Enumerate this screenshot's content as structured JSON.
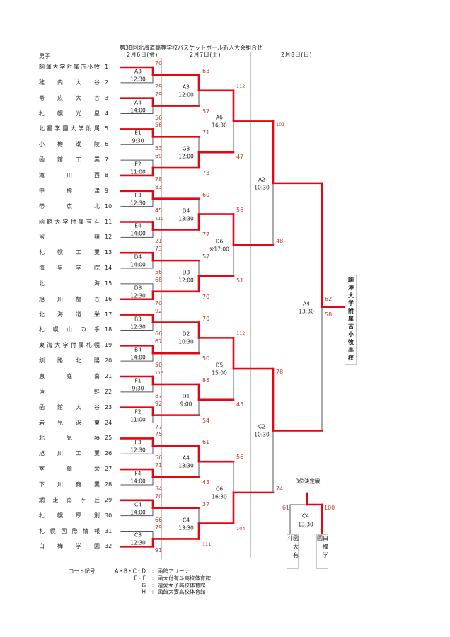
{
  "header": {
    "title": "第38回北海道高等学校バスケットボール新人大会組合せ",
    "division": "男子",
    "dates": [
      "2月6日(金)",
      "2月7日(土)",
      "2月8日(日)"
    ]
  },
  "teams": [
    {
      "seed": "1",
      "name": "駒澤大学附属苫小牧"
    },
    {
      "seed": "2",
      "name": "稚内大谷"
    },
    {
      "seed": "3",
      "name": "帯広大谷"
    },
    {
      "seed": "4",
      "name": "札幌光星"
    },
    {
      "seed": "5",
      "name": "北星学園大学附属"
    },
    {
      "seed": "6",
      "name": "小樽潮陵"
    },
    {
      "seed": "7",
      "name": "函館工業"
    },
    {
      "seed": "8",
      "name": "滝川西"
    },
    {
      "seed": "9",
      "name": "中標津"
    },
    {
      "seed": "10",
      "name": "帯広北"
    },
    {
      "seed": "11",
      "name": "函館大学付属有斗"
    },
    {
      "seed": "12",
      "name": "留萌"
    },
    {
      "seed": "13",
      "name": "札幌工業"
    },
    {
      "seed": "14",
      "name": "海星学院"
    },
    {
      "seed": "15",
      "name": "北海"
    },
    {
      "seed": "16",
      "name": "旭川龍谷"
    },
    {
      "seed": "17",
      "name": "北海道栄"
    },
    {
      "seed": "18",
      "name": "札幌山の手"
    },
    {
      "seed": "19",
      "name": "東海大学付属札幌"
    },
    {
      "seed": "20",
      "name": "釧路北陽"
    },
    {
      "seed": "21",
      "name": "恵庭南"
    },
    {
      "seed": "22",
      "name": "遠軽"
    },
    {
      "seed": "23",
      "name": "函館大谷"
    },
    {
      "seed": "24",
      "name": "岩見沢東"
    },
    {
      "seed": "25",
      "name": "北見藤"
    },
    {
      "seed": "26",
      "name": "旭川工業"
    },
    {
      "seed": "27",
      "name": "室蘭栄"
    },
    {
      "seed": "28",
      "name": "下川商業"
    },
    {
      "seed": "29",
      "name": "網走南ヶ丘"
    },
    {
      "seed": "30",
      "name": "札幌厚別"
    },
    {
      "seed": "31",
      "name": "札幌国際情報"
    },
    {
      "seed": "32",
      "name": "白樺学園"
    }
  ],
  "rounds": [
    {
      "matches": [
        {
          "court": "A3",
          "time": "12:30",
          "scores": [
            70,
            29
          ]
        },
        {
          "court": "A4",
          "time": "14:00",
          "scores": [
            79,
            56
          ]
        },
        {
          "court": "E1",
          "time": "9:30",
          "scores": [
            56,
            53
          ]
        },
        {
          "court": "E2",
          "time": "11:00",
          "scores": [
            69,
            78
          ]
        },
        {
          "court": "E3",
          "time": "12:30",
          "scores": [
            83,
            45
          ]
        },
        {
          "court": "E4",
          "time": "14:00",
          "scores": [
            119,
            21
          ]
        },
        {
          "court": "D4",
          "time": "14:00",
          "scores": [
            73,
            56
          ]
        },
        {
          "court": "D3",
          "time": "12:30",
          "scores": [
            68,
            70
          ]
        },
        {
          "court": "B3",
          "time": "12:30",
          "scores": [
            92,
            66
          ]
        },
        {
          "court": "B4",
          "time": "14:00",
          "scores": [
            67,
            50
          ]
        },
        {
          "court": "F1",
          "time": "9:30",
          "scores": [
            113,
            87
          ]
        },
        {
          "court": "F2",
          "time": "11:00",
          "scores": [
            92,
            77
          ]
        },
        {
          "court": "F3",
          "time": "12:30",
          "scores": [
            75,
            56
          ]
        },
        {
          "court": "F4",
          "time": "14:00",
          "scores": [
            71,
            34
          ]
        },
        {
          "court": "C4",
          "time": "14:00",
          "scores": [
            70,
            66
          ]
        },
        {
          "court": "C3",
          "time": "12:30",
          "scores": [
            79,
            91
          ]
        }
      ]
    },
    {
      "matches": [
        {
          "court": "A3",
          "time": "12:00",
          "scores": [
            63,
            57
          ]
        },
        {
          "court": "G3",
          "time": "12:00",
          "scores": [
            71,
            73
          ]
        },
        {
          "court": "D4",
          "time": "13:30",
          "scores": [
            60,
            77
          ]
        },
        {
          "court": "D3",
          "time": "12:00",
          "scores": [
            57,
            70
          ]
        },
        {
          "court": "D2",
          "time": "10:30",
          "scores": [
            70,
            50
          ]
        },
        {
          "court": "D1",
          "time": "9:00",
          "scores": [
            85,
            54
          ]
        },
        {
          "court": "A4",
          "time": "13:30",
          "scores": [
            61,
            43
          ]
        },
        {
          "court": "C4",
          "time": "13:30",
          "scores": [
            37,
            111
          ]
        }
      ]
    },
    {
      "matches": [
        {
          "court": "A6",
          "time": "16:30",
          "scores": [
            112,
            47
          ]
        },
        {
          "court": "D6",
          "time": "※17:00",
          "scores": [
            56,
            51
          ]
        },
        {
          "court": "D5",
          "time": "15:00",
          "scores": [
            112,
            45
          ]
        },
        {
          "court": "C6",
          "time": "16:30",
          "scores": [
            56,
            104
          ]
        }
      ]
    },
    {
      "matches": [
        {
          "court": "A2",
          "time": "10:30",
          "scores": [
            101,
            48
          ]
        },
        {
          "court": "C2",
          "time": "10:30",
          "scores": [
            78,
            74
          ]
        }
      ]
    },
    {
      "matches": [
        {
          "court": "A4",
          "time": "13:30",
          "scores": [
            62,
            58
          ]
        }
      ]
    }
  ],
  "champion": {
    "name": "駒澤大学附属苫小牧高校"
  },
  "third_place": {
    "title": "3位決定戦",
    "court": "C4",
    "time": "13:30",
    "teams": [
      "函大有斗",
      "白樺学園"
    ],
    "scores": [
      61,
      100
    ]
  },
  "legend": {
    "title": "コート記号",
    "entries": [
      {
        "codes": "A・B・C・D",
        "sep": ":",
        "venue": "函館アリーナ"
      },
      {
        "codes": "E・F",
        "sep": ":",
        "venue": "函大付有斗高校体育館"
      },
      {
        "codes": "G",
        "sep": ":",
        "venue": "遺愛女子高校体育館"
      },
      {
        "codes": "H",
        "sep": ":",
        "venue": "函館大妻高校体育館"
      }
    ]
  },
  "colors": {
    "winner_line": "#e30613",
    "loser_line": "#555555",
    "score_text": "#c0392b",
    "column_rule": "#8a8a8a"
  },
  "chart_data": {
    "type": "table",
    "title": "第38回北海道高等学校バスケットボール新人大会組合せ",
    "description": "single-elimination tournament bracket, 32 teams",
    "champion": "駒澤大学附属苫小牧高校"
  }
}
